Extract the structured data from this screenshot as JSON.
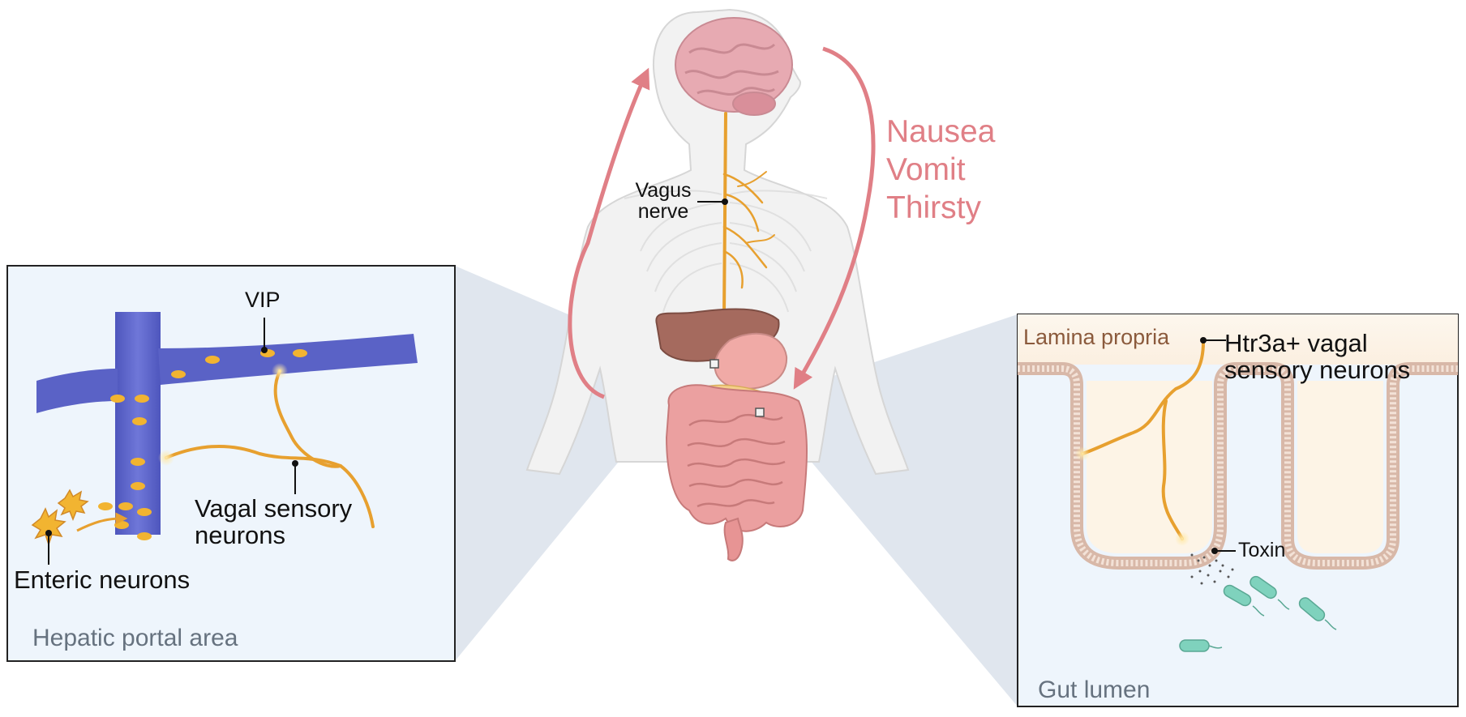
{
  "labels": {
    "vagus_nerve": [
      "Vagus",
      "nerve"
    ],
    "symptoms": [
      "Nausea",
      "Vomit",
      "Thirsty"
    ],
    "vip": "VIP",
    "vagal_sensory_neurons": [
      "Vagal sensory",
      "neurons"
    ],
    "enteric_neurons": "Enteric neurons",
    "hepatic_portal_area": "Hepatic portal area",
    "lamina_propria": "Lamina propria",
    "htr3a_neurons": [
      "Htr3a+ vagal",
      "sensory neurons"
    ],
    "toxin": "Toxin",
    "gut_lumen": "Gut lumen"
  },
  "colors": {
    "neuron": "#e7a02f",
    "vessel": "#5c64c9",
    "vip_vesicle": "#f2b431",
    "arrow": "#e07f86",
    "symptom_text": "#e07f86",
    "region_text": "#66727f",
    "lamina_text": "#8b5a3c",
    "panel_fill": "#eef5fc",
    "bacteria": "#7fd2bd",
    "connector": "#d5dde8",
    "brain": "#e7aab2",
    "intestine": "#eba0a0",
    "liver": "#a56a5e"
  }
}
